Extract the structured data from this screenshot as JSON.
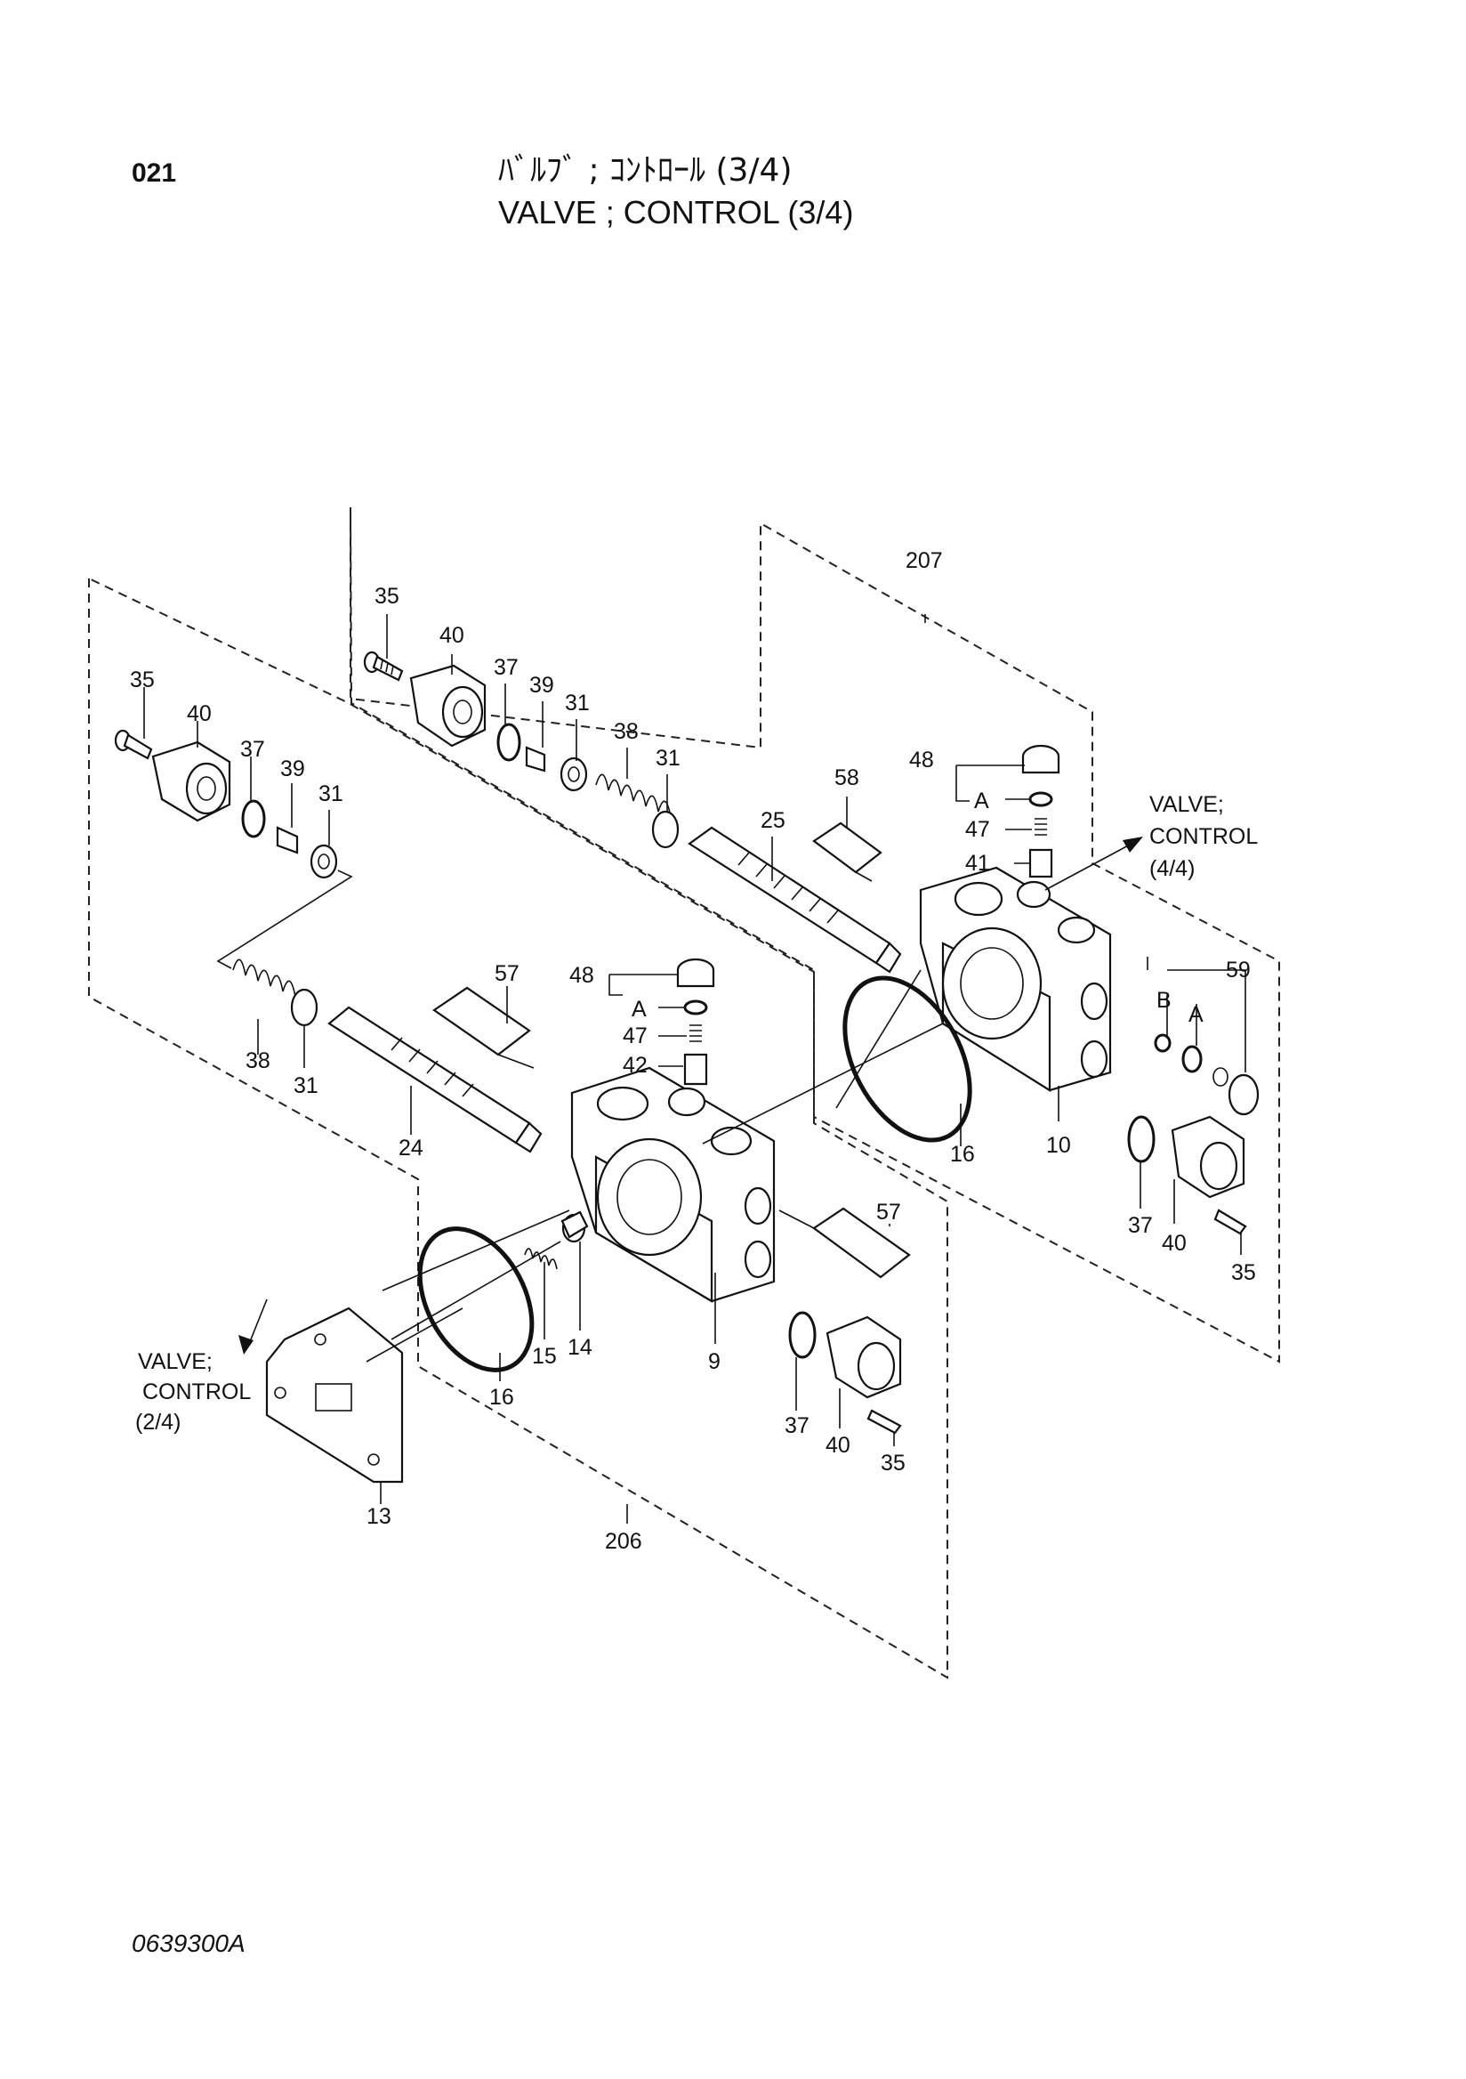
{
  "header": {
    "page_number": "021",
    "title_jp": "ﾊﾞﾙﾌﾞ ; ｺﾝﾄﾛｰﾙ (3/4)",
    "title_en": "VALVE ; CONTROL (3/4)"
  },
  "footer": {
    "drawing_number": "0639300A"
  },
  "callouts": {
    "c35a": "35",
    "c40a": "40",
    "c37a": "37",
    "c39a": "39",
    "c31a": "31",
    "c35b": "35",
    "c40b": "40",
    "c37b": "37",
    "c39b": "39",
    "c31b": "31",
    "c38a": "38",
    "c31c": "31",
    "c25": "25",
    "c207": "207",
    "c58": "58",
    "c48a": "48",
    "cAa": "A",
    "c47a": "47",
    "c41": "41",
    "c59": "59",
    "cB": "B",
    "cAc": "A",
    "c38b": "38",
    "c31d": "31",
    "c24": "24",
    "c57a": "57",
    "c48b": "48",
    "cAb": "A",
    "c47b": "47",
    "c42": "42",
    "c16a": "16",
    "c10": "10",
    "c37c": "37",
    "c40c": "40",
    "c35c": "35",
    "c57b": "57",
    "c15": "15",
    "c14": "14",
    "c9": "9",
    "c16b": "16",
    "c37d": "37",
    "c40d": "40",
    "c35d": "35",
    "c13": "13",
    "c206": "206"
  },
  "refs": {
    "right_valve": "VALVE;",
    "right_control": "CONTROL",
    "right_page": "(4/4)",
    "left_valve": "VALVE;",
    "left_control": "CONTROL",
    "left_page": "(2/4)"
  }
}
